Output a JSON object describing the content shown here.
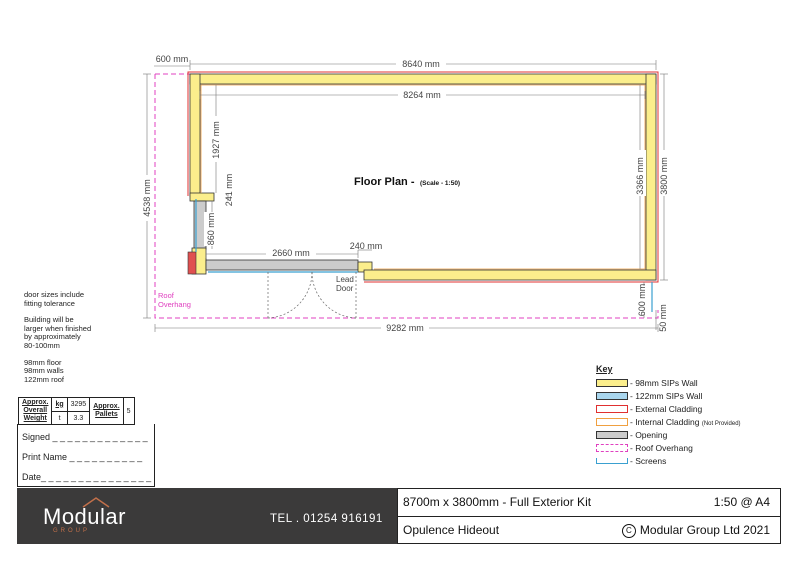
{
  "plan": {
    "title": "Floor Plan -",
    "scale": "(Scale - 1:50)",
    "dims": {
      "overall_width": "8640 mm",
      "internal_width": "8264 mm",
      "overhang_left": "600 mm",
      "overall_depth": "4538 mm",
      "depth": "3800 mm",
      "internal_depth": "3366 mm",
      "wall_upper": "1927 mm",
      "wall_step": "241 mm",
      "opening_side": "860 mm",
      "opening_front": "2660 mm",
      "return_wall": "240 mm",
      "overhang_right": "600 mm",
      "screen_gap": "50 mm",
      "total_width": "9282 mm"
    },
    "labels": {
      "lead": "Lead",
      "door": "Door",
      "roof": "Roof",
      "overhang": "Overhang"
    }
  },
  "notes": {
    "door_1": "door sizes include",
    "door_2": "fitting tolerance",
    "build_1": "Building will be",
    "build_2": "larger when finished",
    "build_3": "by approximately",
    "build_4": "80-100mm",
    "spec_1": "98mm floor",
    "spec_2": "98mm walls",
    "spec_3": "122mm roof"
  },
  "weight": {
    "label_1": "Approx.",
    "label_2": "Overall",
    "label_3": "Weight",
    "unit_kg": "kg",
    "value_kg": "3295",
    "unit_t": "t",
    "value_t": "3.3",
    "pallets_1": "Approx.",
    "pallets_2": "Pallets",
    "pallets_value": "5"
  },
  "signature": {
    "signed": "Signed _ _ _ _ _ _ _ _ _ _ _ _ _",
    "print_name": "Print Name _ _ _ _ _ _ _ _ _ _",
    "date": "Date_ _ _ _ _ _ _ _ _ _ _ _ _ _ _"
  },
  "key": {
    "title": "Key",
    "items": [
      {
        "label": "- 98mm SIPs Wall",
        "small": "",
        "fill": "#fbee8c",
        "border": "#333333",
        "style": "solid"
      },
      {
        "label": "- 122mm SIPs Wall",
        "small": "",
        "fill": "#a9d6ee",
        "border": "#333333",
        "style": "solid"
      },
      {
        "label": "- External Cladding",
        "small": "",
        "fill": "#ffffff",
        "border": "#e03030",
        "style": "solid"
      },
      {
        "label": "- Internal Cladding",
        "small": "(Not Provided)",
        "fill": "#ffffff",
        "border": "#f0a040",
        "style": "solid"
      },
      {
        "label": "- Opening",
        "small": "",
        "fill": "#cccccc",
        "border": "#333333",
        "style": "solid"
      },
      {
        "label": "- Roof Overhang",
        "small": "",
        "fill": "#ffffff",
        "border": "#e040c0",
        "style": "dashed"
      },
      {
        "label": "- Screens",
        "small": "",
        "fill": "",
        "border": "#3aa0d0",
        "style": "screen"
      }
    ]
  },
  "footer": {
    "logo": "Modular",
    "logo_sub": "GROUP",
    "tel": "TEL . 01254 916191",
    "kit": "8700m x 3800mm - Full Exterior Kit",
    "scale": "1:50 @ A4",
    "project": "Opulence Hideout",
    "copyright_symbol": "C",
    "copyright": "Modular Group Ltd 2021"
  },
  "colors": {
    "wall": "#fbee8c",
    "cladding": "#e03030",
    "internal": "#f0a040",
    "opening": "#cccccc",
    "overhang": "#e040c0",
    "screen": "#3aa0d0",
    "footer_dark": "#3b3a3a",
    "logo_accent": "#c2704a"
  }
}
